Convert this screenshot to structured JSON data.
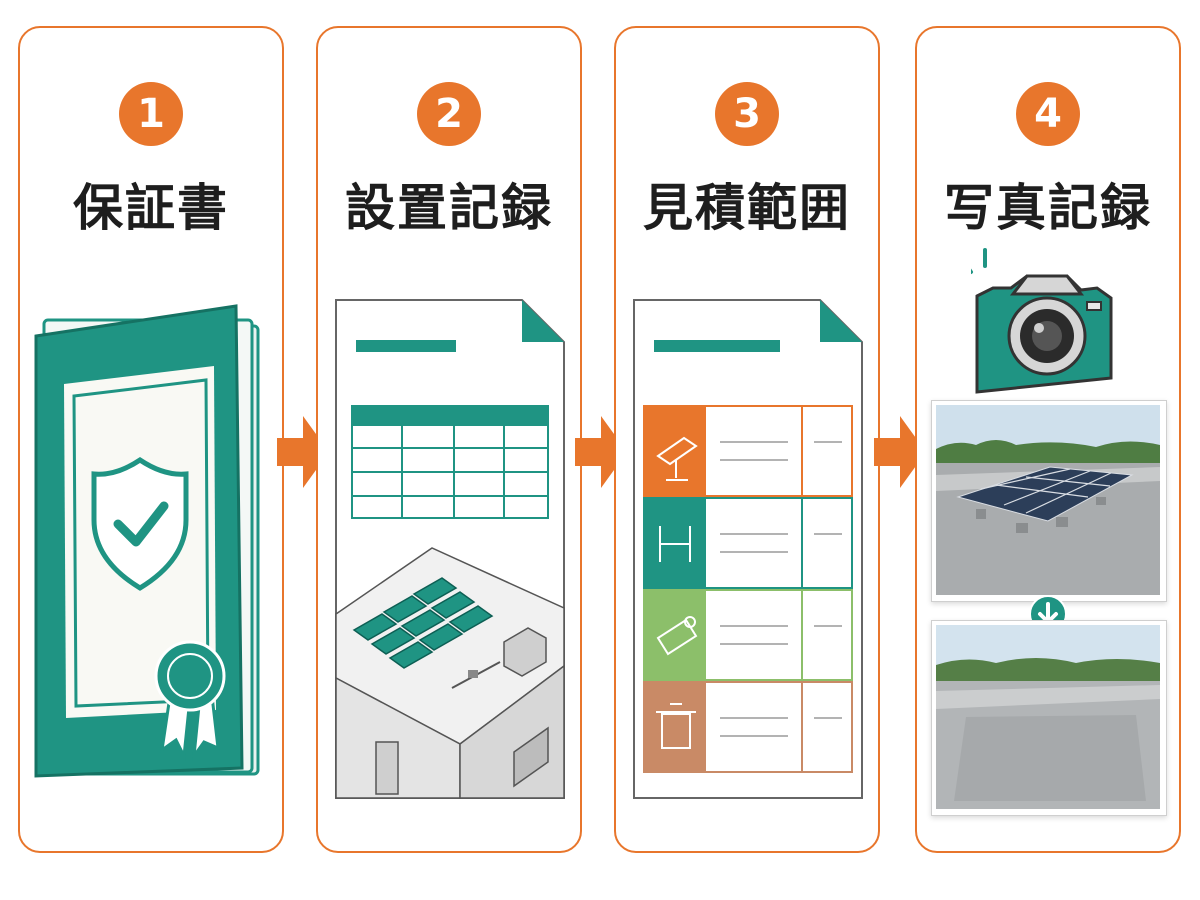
{
  "steps": [
    {
      "number": "1",
      "title": "保証書",
      "icon": "warranty-book-icon"
    },
    {
      "number": "2",
      "title": "設置記録",
      "icon": "installation-record-icon"
    },
    {
      "number": "3",
      "title": "見積範囲",
      "icon": "estimate-scope-icon"
    },
    {
      "number": "4",
      "title": "写真記録",
      "icon": "photo-record-icon"
    }
  ],
  "colors": {
    "accent": "#e8762c",
    "teal": "#1f9483",
    "green": "#8cbf6a",
    "brown": "#c98a66"
  }
}
